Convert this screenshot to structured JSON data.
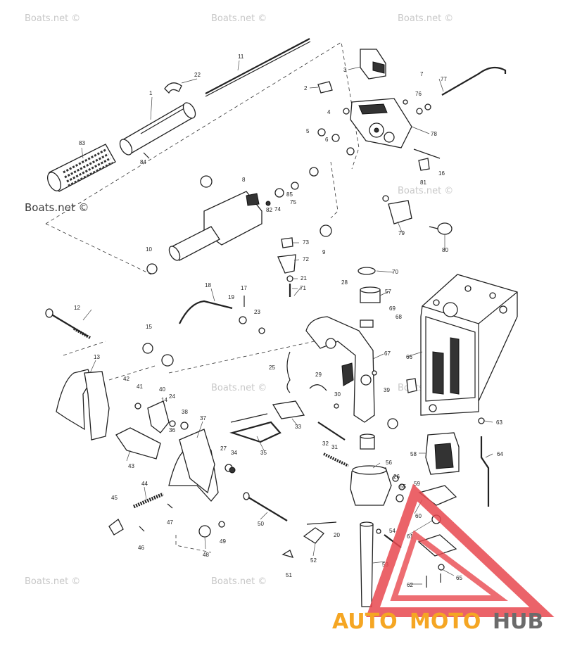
{
  "watermark": {
    "text": "Boats.net ©",
    "bold_text": "Boats.net ©"
  },
  "logo": {
    "part1": "AUTO",
    "part2": "MOTO",
    "part3": "HUB",
    "triangle_color": "#e8484f",
    "text_color_1": "#f5a623",
    "text_color_2": "#6b6b6b"
  },
  "callouts": [
    "1",
    "2",
    "3",
    "4",
    "5",
    "6",
    "7",
    "8",
    "9",
    "10",
    "11",
    "12",
    "13",
    "14",
    "15",
    "16",
    "17",
    "18",
    "19",
    "20",
    "21",
    "22",
    "23",
    "24",
    "25",
    "26",
    "27",
    "28",
    "29",
    "30",
    "31",
    "32",
    "33",
    "34",
    "35",
    "36",
    "37",
    "38",
    "39",
    "40",
    "41",
    "42",
    "43",
    "44",
    "45",
    "46",
    "47",
    "48",
    "49",
    "50",
    "51",
    "52",
    "53",
    "54",
    "55",
    "56",
    "57",
    "58",
    "59",
    "60",
    "61",
    "62",
    "63",
    "64",
    "65",
    "66",
    "67",
    "68",
    "69",
    "70",
    "71",
    "72",
    "73",
    "74",
    "75",
    "76",
    "77",
    "78",
    "79",
    "80",
    "81",
    "82",
    "83",
    "84",
    "85"
  ]
}
